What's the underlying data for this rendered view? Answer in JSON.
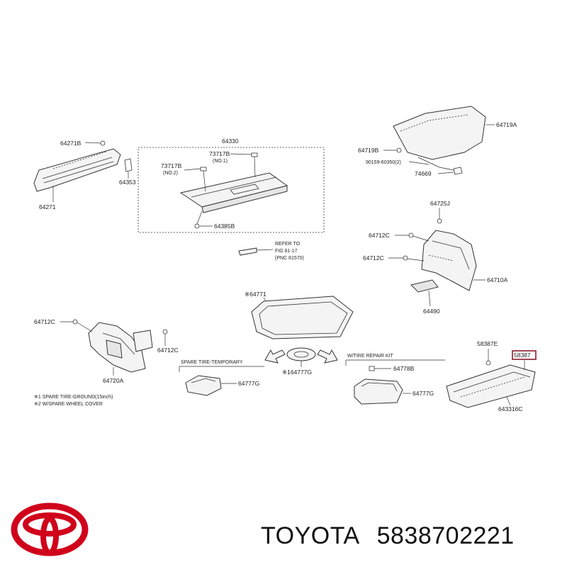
{
  "diagram": {
    "labels": {
      "p64271B": "64271B",
      "p64271": "64271",
      "p64330": "64330",
      "p73717B_1": "73717B",
      "no1": "(NO.1)",
      "p73717B_2": "73717B",
      "no2": "(NO.2)",
      "p64353": "64353",
      "p64385B": "64385B",
      "refer_to": "REFER TO",
      "fig": "FIG 81-17",
      "pnc": "(PNC 81570)",
      "p64719A": "64719A",
      "p64719B": "64719B",
      "p90159": "90159-60350(2)",
      "p74669": "74669",
      "p64725J": "64725J",
      "p64712C_r1": "64712C",
      "p64712C_r2": "64712C",
      "p64710A": "64710A",
      "p64490": "64490",
      "p64771": "※64771",
      "p64712C_l1": "64712C",
      "p64712C_l2": "64712C",
      "p64720A": "64720A",
      "spare_tire_temporary": "SPARE TIRE-TEMPORARY",
      "p64777G_c": "※164777G",
      "w_tire_repair_kit": "W/TIRE REPAIR KIT",
      "p64778B": "64778B",
      "p64777G_l": "64777G",
      "p64777G_r": "64777G",
      "p58387E": "58387E",
      "p58387": "58387",
      "p64316C": "643316C",
      "note1": "※1 SPARE TIRE-GROUND(15inch)",
      "note2": "※2 W/SPARE WHEEL COVER"
    },
    "highlight_color": "#8b1a2b"
  },
  "brand": {
    "name": "TOYOTA",
    "part_number": "5838702221",
    "logo_color": "#d0021b"
  }
}
